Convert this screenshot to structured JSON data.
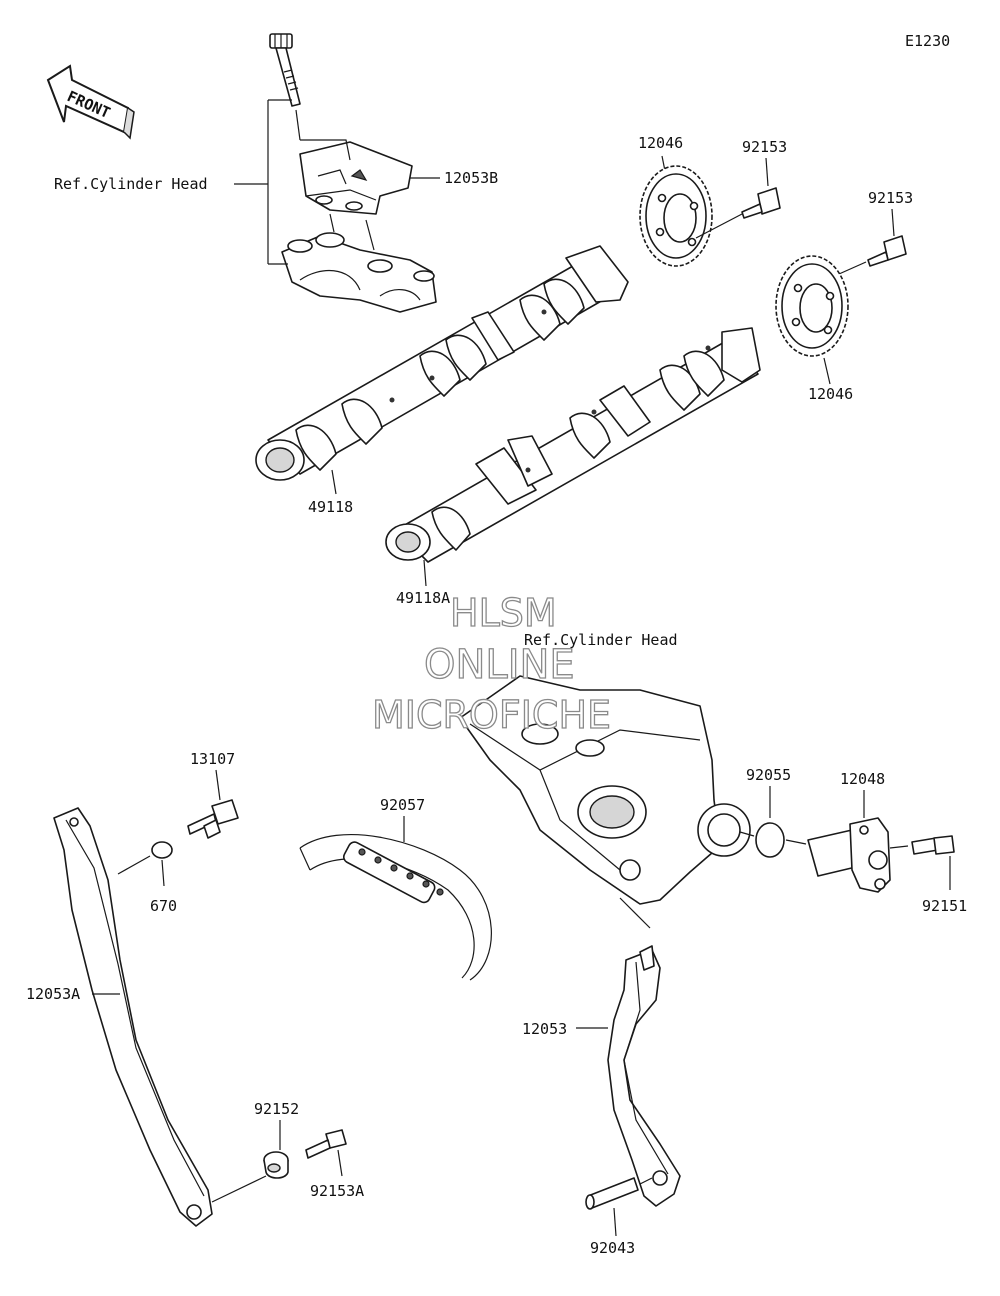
{
  "diagram_code": "E1230",
  "front_label": "FRONT",
  "reference_labels": {
    "cylinder_head_top": "Ref.Cylinder Head",
    "cylinder_head_mid": "Ref.Cylinder Head"
  },
  "watermark": {
    "line1": "HLSM",
    "line2": "ONLINE",
    "line3": "MICROFICHE"
  },
  "parts": {
    "p12053B": "12053B",
    "p12046_left": "12046",
    "p92153_left": "92153",
    "p92153_right": "92153",
    "p12046_right": "12046",
    "p49118": "49118",
    "p49118A": "49118A",
    "p13107": "13107",
    "p670": "670",
    "p92057": "92057",
    "p92055": "92055",
    "p12048": "12048",
    "p92151": "92151",
    "p12053A": "12053A",
    "p12053": "12053",
    "p92152": "92152",
    "p92153A": "92153A",
    "p92043": "92043"
  }
}
